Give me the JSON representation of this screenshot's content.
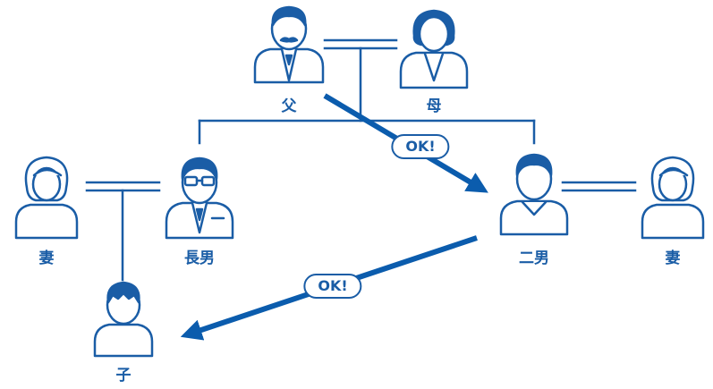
{
  "colors": {
    "line": "#1a5da6",
    "arrow": "#0b5cad",
    "background": "#ffffff"
  },
  "people": {
    "father": "父",
    "mother": "母",
    "eldest_wife": "妻",
    "eldest_son": "長男",
    "second_son": "二男",
    "second_wife": "妻",
    "child": "子"
  },
  "arrows": {
    "father_to_second_son": "OK!",
    "second_son_to_child": "OK!"
  },
  "icons": {
    "father": "father-with-mustache-icon",
    "mother": "woman-icon",
    "eldest_wife": "woman-long-hair-icon",
    "eldest_son": "man-glasses-suit-icon",
    "second_son": "man-casual-icon",
    "second_wife": "woman-long-hair-icon",
    "child": "child-icon"
  }
}
